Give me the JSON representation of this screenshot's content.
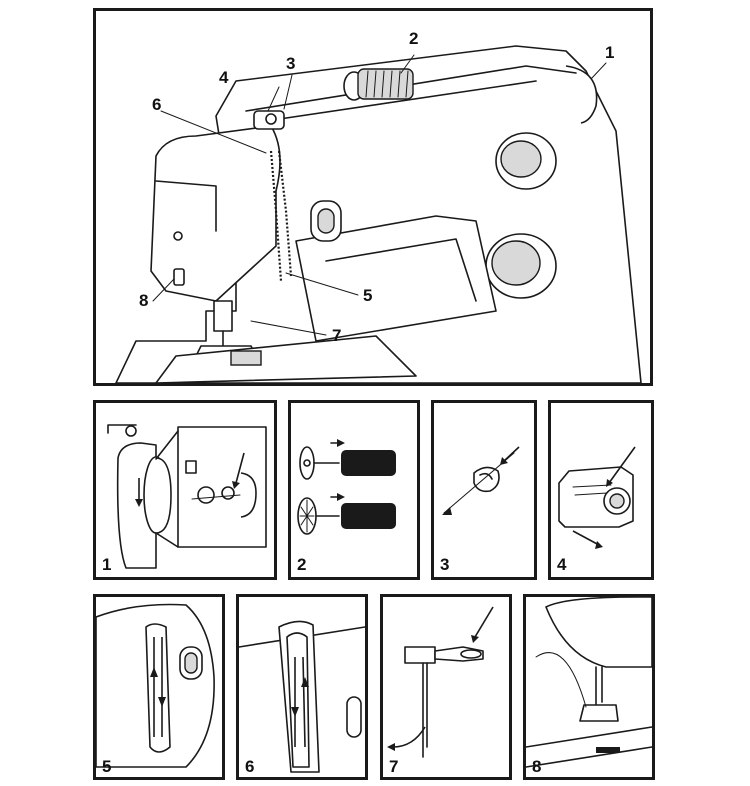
{
  "main": {
    "callouts": [
      "1",
      "2",
      "3",
      "4",
      "5",
      "6",
      "7",
      "8"
    ]
  },
  "steps": [
    {
      "number": "1"
    },
    {
      "number": "2"
    },
    {
      "number": "3"
    },
    {
      "number": "4"
    },
    {
      "number": "5"
    },
    {
      "number": "6"
    },
    {
      "number": "7"
    },
    {
      "number": "8"
    }
  ]
}
